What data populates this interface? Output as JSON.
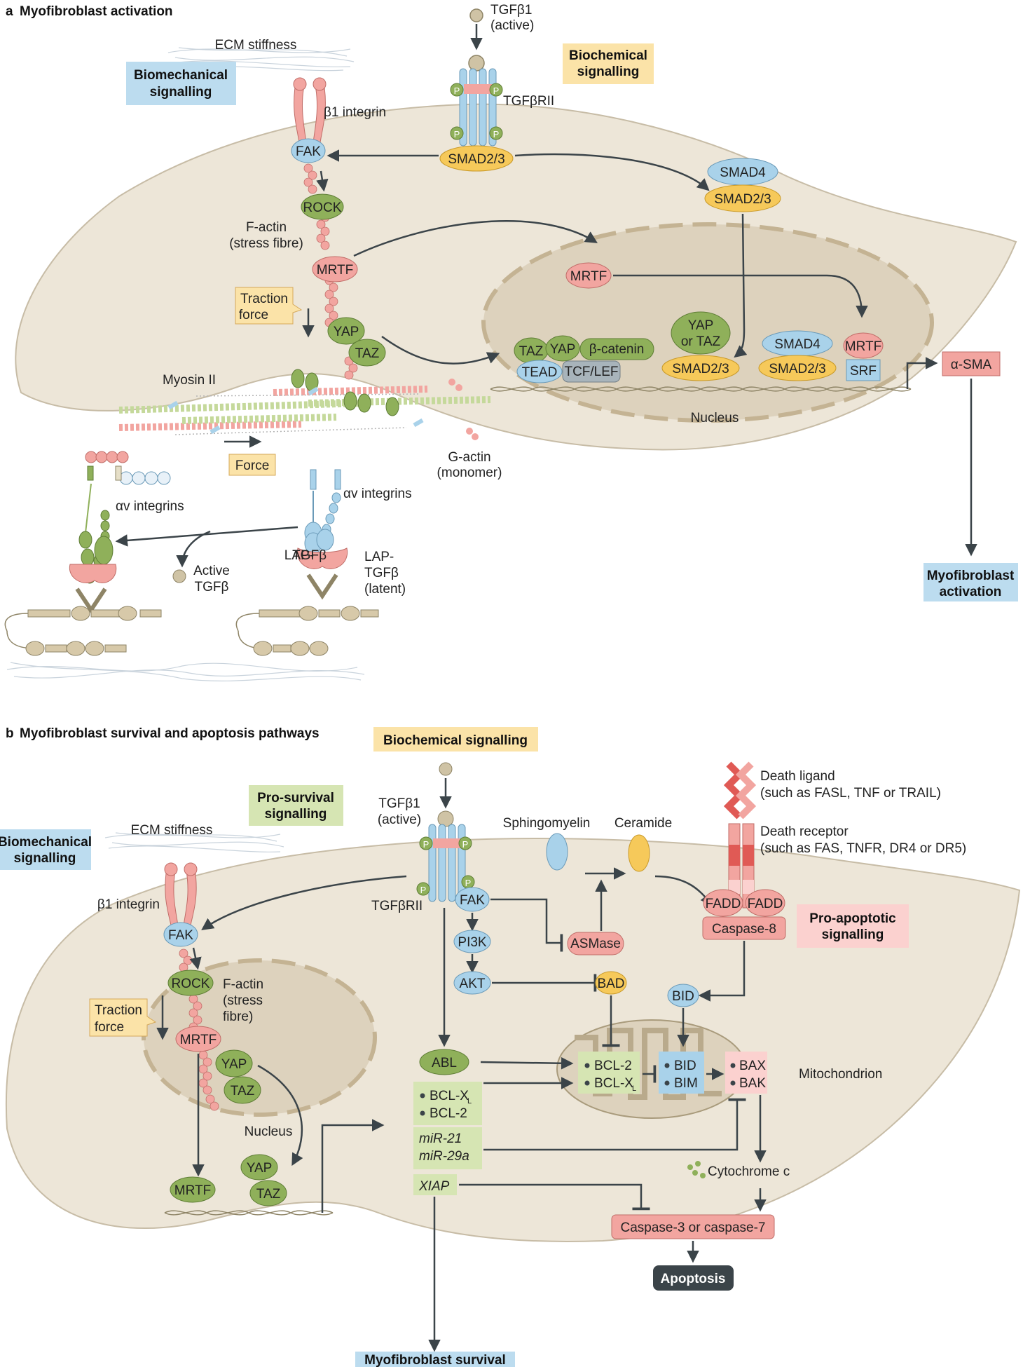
{
  "colors": {
    "cell": "#ede6d8",
    "nucleus": "#ddd2bd",
    "green": "#8fb05a",
    "blue": "#a9d2ea",
    "yellow": "#f6c95a",
    "pink": "#f2a5a0",
    "grey": "#c9c2b4",
    "biomech_box": "#bcdcef",
    "biochem_box": "#fbe3a8",
    "prosurv_box": "#d6e5b3",
    "proapop_box": "#fbd1cf",
    "apoptosis_box": "#3b4449"
  },
  "panel_a": {
    "title_letter": "a",
    "title": "Myofibroblast activation",
    "ecm_stiffness": "ECM stiffness",
    "biomechanical": [
      "Biomechanical",
      "signalling"
    ],
    "biochemical": [
      "Biochemical",
      "signalling"
    ],
    "tgfb1": [
      "TGFβ1",
      "(active)"
    ],
    "tgfbrii": "TGFβRII",
    "b1_integrin": "β1 integrin",
    "fak": "FAK",
    "rock": "ROCK",
    "f_actin": [
      "F-actin",
      "(stress fibre)"
    ],
    "mrtf": "MRTF",
    "traction": [
      "Traction",
      "force"
    ],
    "yap": "YAP",
    "taz": "TAZ",
    "myosin": "Myosin II",
    "force": "Force",
    "g_actin": [
      "G-actin",
      "(monomer)"
    ],
    "av_integrins_left": "αv integrins",
    "av_integrins_right": "αv integrins",
    "active_tgfb": [
      "Active",
      "TGFβ"
    ],
    "lap_tgfb": [
      "LAP-",
      "TGFβ",
      "(latent)"
    ],
    "smad23": "SMAD2/3",
    "smad4": "SMAD4",
    "p": "P",
    "nuc_mrtf": "MRTF",
    "nuc_taz": "TAZ",
    "nuc_yap": "YAP",
    "bcatenin": "β-catenin",
    "tead": "TEAD",
    "tcflef": "TCF/LEF",
    "yap_or_taz": [
      "YAP",
      "or TAZ"
    ],
    "nuc_smad23a": "SMAD2/3",
    "nuc_smad4": "SMAD4",
    "nuc_smad23b": "SMAD2/3",
    "nuc_mrtf2": "MRTF",
    "srf": "SRF",
    "asma": "α-SMA",
    "nucleus": "Nucleus",
    "activation": [
      "Myofibroblast",
      "activation"
    ]
  },
  "panel_b": {
    "title_letter": "b",
    "title": "Myofibroblast survival and apoptosis pathways",
    "biochemical": "Biochemical signalling",
    "prosurvival": [
      "Pro-survival",
      "signalling"
    ],
    "biomechanical": [
      "Biomechanical",
      "signalling"
    ],
    "ecm_stiffness": "ECM stiffness",
    "b1_integrin": "β1 integrin",
    "tgfb1": [
      "TGFβ1",
      "(active)"
    ],
    "tgfbrii": "TGFβRII",
    "p": "P",
    "sphingomyelin": "Sphingomyelin",
    "ceramide": "Ceramide",
    "death_ligand": [
      "Death ligand",
      "(such as FASL, TNF or TRAIL)"
    ],
    "death_receptor": [
      "Death receptor",
      "(such as FAS, TNFR, DR4 or DR5)"
    ],
    "fadd": "FADD",
    "caspase8": "Caspase-8",
    "proapoptotic": [
      "Pro-apoptotic",
      "signalling"
    ],
    "fak": "FAK",
    "fak2": "FAK",
    "rock": "ROCK",
    "f_actin": [
      "F-actin",
      "(stress",
      "fibre)"
    ],
    "traction": [
      "Traction",
      "force"
    ],
    "mrtf": "MRTF",
    "yap": "YAP",
    "taz": "TAZ",
    "nucleus": "Nucleus",
    "nuc_mrtf": "MRTF",
    "nuc_yap": "YAP",
    "nuc_taz": "TAZ",
    "pi3k": "PI3K",
    "akt": "AKT",
    "asmase": "ASMase",
    "bad": "BAD",
    "bid_top": "BID",
    "abl": "ABL",
    "bclxl_l": "BCL-X",
    "bclxl_sub": "L",
    "bcl2_l": "BCL-2",
    "mir21": "miR-21",
    "mir29a": "miR-29a",
    "xiap": "XIAP",
    "mito_bcl2": "BCL-2",
    "mito_bclxl": "BCL-X",
    "mito_bclxl_sub": "L",
    "mito_bid": "BID",
    "mito_bim": "BIM",
    "mito_bax": "BAX",
    "mito_bak": "BAK",
    "mitochondrion": "Mitochondrion",
    "cytochrome": "Cytochrome c",
    "caspase37": "Caspase-3 or caspase-7",
    "apoptosis": "Apoptosis",
    "survival": "Myofibroblast survival"
  }
}
